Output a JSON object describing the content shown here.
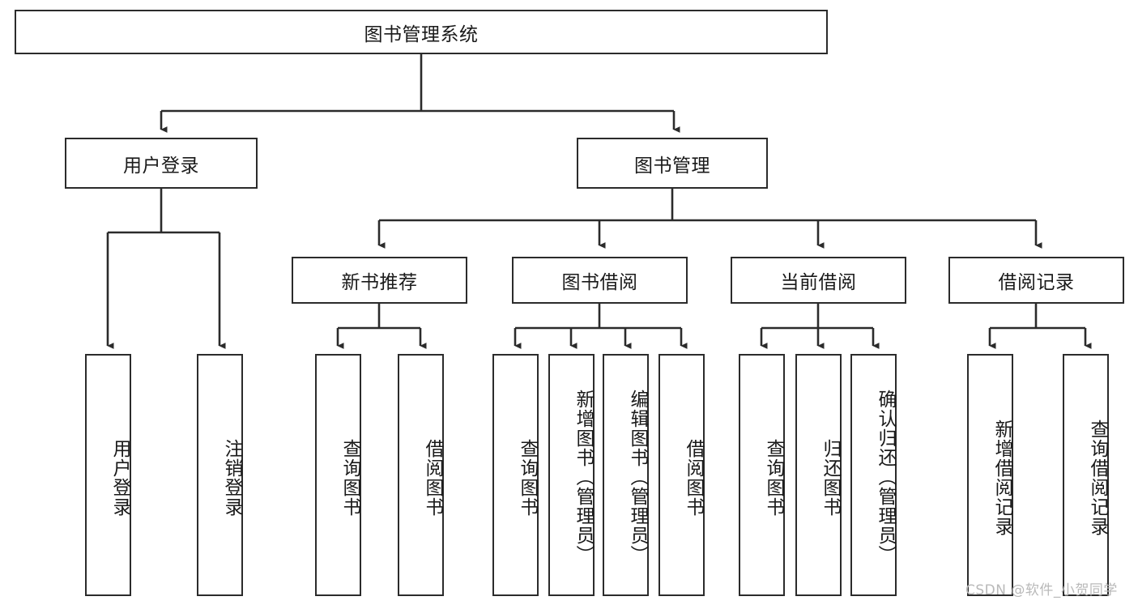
{
  "diagram": {
    "type": "tree-hierarchy",
    "title": "图书管理系统",
    "root": {
      "label": "图书管理系统"
    },
    "level1": [
      {
        "id": "user-login",
        "label": "用户登录"
      },
      {
        "id": "book-management",
        "label": "图书管理"
      }
    ],
    "level2": [
      {
        "id": "new-book-recommend",
        "label": "新书推荐",
        "parent": "book-management"
      },
      {
        "id": "book-borrow",
        "label": "图书借阅",
        "parent": "book-management"
      },
      {
        "id": "current-borrow",
        "label": "当前借阅",
        "parent": "book-management"
      },
      {
        "id": "borrow-record",
        "label": "借阅记录",
        "parent": "book-management"
      }
    ],
    "leaves": [
      {
        "id": "leaf-user-login",
        "label": "用户登录",
        "parent": "user-login"
      },
      {
        "id": "leaf-logout",
        "label": "注销登录",
        "parent": "user-login"
      },
      {
        "id": "leaf-query-book-1",
        "label": "查询图书",
        "parent": "new-book-recommend"
      },
      {
        "id": "leaf-borrow-book-1",
        "label": "借阅图书",
        "parent": "new-book-recommend"
      },
      {
        "id": "leaf-query-book-2",
        "label": "查询图书",
        "parent": "book-borrow"
      },
      {
        "id": "leaf-add-book",
        "label": "新增图书（管理员）",
        "parent": "book-borrow"
      },
      {
        "id": "leaf-edit-book",
        "label": "编辑图书（管理员）",
        "parent": "book-borrow"
      },
      {
        "id": "leaf-borrow-book-2",
        "label": "借阅图书",
        "parent": "book-borrow"
      },
      {
        "id": "leaf-query-book-3",
        "label": "查询图书",
        "parent": "current-borrow"
      },
      {
        "id": "leaf-return-book",
        "label": "归还图书",
        "parent": "current-borrow"
      },
      {
        "id": "leaf-confirm-return",
        "label": "确认归还（管理员）",
        "parent": "current-borrow"
      },
      {
        "id": "leaf-add-record",
        "label": "新增借阅记录",
        "parent": "borrow-record"
      },
      {
        "id": "leaf-query-record",
        "label": "查询借阅记录",
        "parent": "borrow-record"
      }
    ]
  },
  "watermark": {
    "text": "CSDN @软件_小贺同学"
  },
  "colors": {
    "stroke": "#2b2b2b",
    "background": "#ffffff",
    "text": "#1a1a1a",
    "watermark": "#b9b9b9"
  }
}
